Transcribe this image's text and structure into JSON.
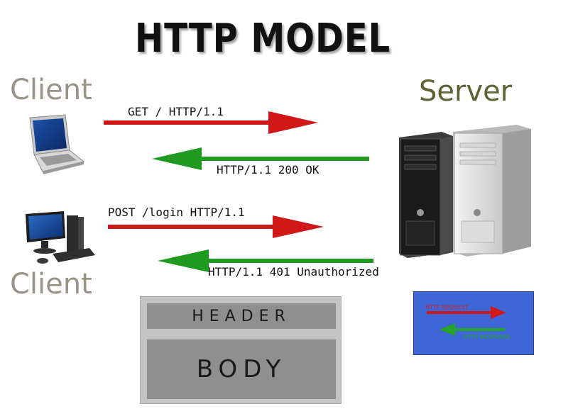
{
  "title": "HTTP MODEL",
  "actors": {
    "client_top": "Client",
    "client_bottom": "Client",
    "server": "Server"
  },
  "messages": {
    "request_1": "GET / HTTP/1.1",
    "response_1": "HTTP/1.1 200 OK",
    "request_2": "POST /login HTTP/1.1",
    "response_2": "HTTP/1.1 401 Unauthorized"
  },
  "packet": {
    "header": "HEADER",
    "body": "BODY"
  },
  "legend": {
    "request": "HTTP REQUEST",
    "response": "HTTP RESPONSE"
  },
  "colors": {
    "request_arrow": "#d01818",
    "response_arrow": "#1f9a1f",
    "legend_background": "#3f66d6"
  },
  "icons": {
    "client_top": "laptop-icon",
    "client_bottom": "desktop-computer-icon",
    "server": "server-tower-icon"
  }
}
